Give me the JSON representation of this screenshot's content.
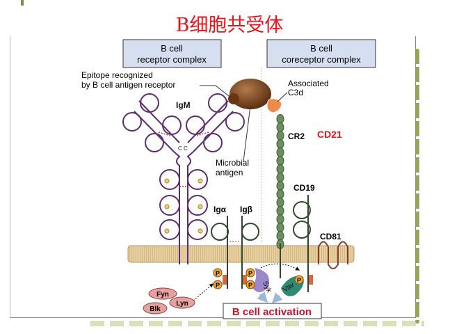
{
  "title": "B细胞共受体",
  "headers": {
    "left": [
      "B cell",
      "receptor complex"
    ],
    "right": [
      "B cell",
      "coreceptor complex"
    ]
  },
  "labels": {
    "epitope": [
      "Epitope recognized",
      "by B cell antigen receptor"
    ],
    "igm": "IgM",
    "cc": "C C",
    "microbial": [
      "Microbial",
      "antigen"
    ],
    "c3d": [
      "Associated",
      "C3d"
    ],
    "cr2": "CR2",
    "cd21": "CD21",
    "cd19": "CD19",
    "cd81": "CD81",
    "iga": "Igα",
    "igb": "Igβ",
    "fyn": "Fyn",
    "lyn": "Lyn",
    "blk": "Blk",
    "syk": "Syk",
    "vav": "Vav",
    "p": "P",
    "activation": "B cell activation"
  },
  "colors": {
    "title": "#e8141b",
    "cd21": "#e8141b",
    "igm": "#5c2d6e",
    "coreceptor": "#2f4a2a",
    "cr2": "#6b8f5e",
    "antigen": "#7a4320",
    "c3d": "#f08a4b",
    "membrane": "#e6cfa0",
    "syk": "#9b87c9",
    "vav": "#2e8a73",
    "kinase": "#e8a0a0",
    "activation": "#c0152f"
  }
}
